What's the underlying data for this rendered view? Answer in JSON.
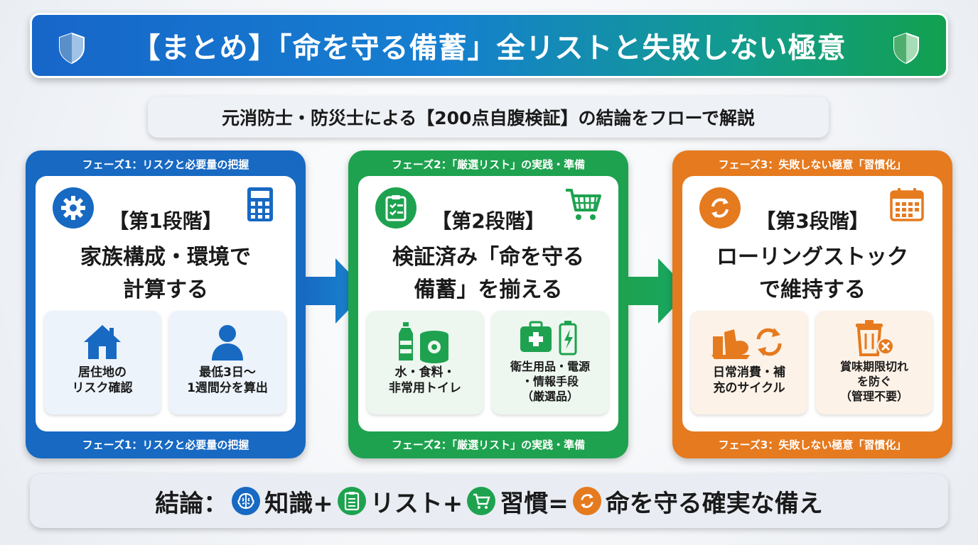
{
  "title": "【まとめ】「命を守る備蓄」全リストと失敗しない極意",
  "subtitle": "元消防士・防災士による【200点自腹検証】の結論をフローで解説",
  "colors": {
    "blue": "#1769c2",
    "green": "#1ea24f",
    "orange": "#e57a1f"
  },
  "phases": [
    {
      "label_top": "フェーズ1：リスクと必要量の把握",
      "label_bottom": "フェーズ1：リスクと必要量の把握",
      "stage": "【第1段階】",
      "desc_line1": "家族構成・環境で",
      "desc_line2": "計算する",
      "circle_icon": "gear-icon",
      "corner_icon": "calculator-icon",
      "cards": [
        {
          "icon": "house-icon",
          "line1": "居住地の",
          "line2": "リスク確認"
        },
        {
          "icon": "person-icon",
          "line1": "最低3日〜",
          "line2": "1週間分を算出"
        }
      ]
    },
    {
      "label_top": "フェーズ2：「厳選リスト」の実践・準備",
      "label_bottom": "フェーズ2：「厳選リスト」の実践・準備",
      "stage": "【第2段階】",
      "desc_line1": "検証済み「命を守る",
      "desc_line2": "備蓄」を揃える",
      "circle_icon": "checklist-icon",
      "corner_icon": "cart-icon",
      "cards": [
        {
          "icon": "water-can-icon",
          "line1": "水・食料・",
          "line2": "非常用トイレ"
        },
        {
          "icon": "firstaid-battery-icon",
          "line1": "衛生用品・電源",
          "line2": "・情報手段",
          "line3": "（厳選品）"
        }
      ]
    },
    {
      "label_top": "フェーズ3：失敗しない極意「習慣化」",
      "label_bottom": "フェーズ3：失敗しない極意「習慣化」",
      "stage": "【第3段階】",
      "desc_line1": "ローリングストック",
      "desc_line2": "で維持する",
      "circle_icon": "cycle-icon",
      "corner_icon": "calendar-icon",
      "cards": [
        {
          "icon": "food-cycle-icon",
          "line1": "日常消費・補",
          "line2": "充のサイクル"
        },
        {
          "icon": "trash-x-icon",
          "line1": "賞味期限切れ",
          "line2": "を防ぐ",
          "line3": "（管理不要）"
        }
      ]
    }
  ],
  "conclusion": {
    "lead": "結論：",
    "part1": "知識+",
    "part2": "リスト+",
    "part3": "習慣=",
    "part4": "命を守る確実な備え",
    "icons": [
      "brain-icon",
      "checklist-icon",
      "cart-icon",
      "cycle-icon"
    ]
  }
}
